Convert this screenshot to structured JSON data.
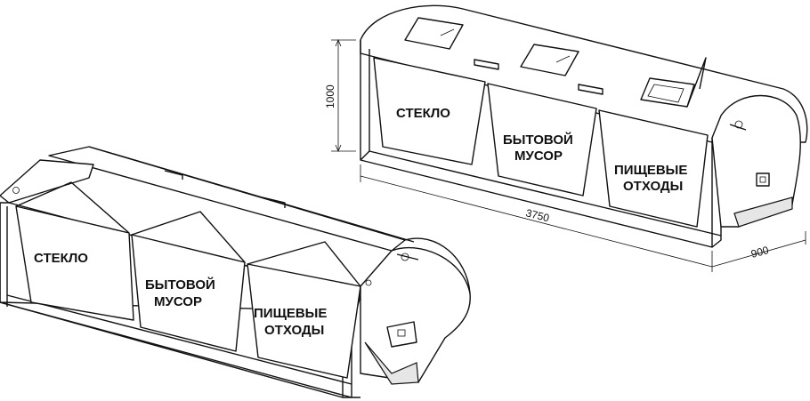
{
  "left_unit": {
    "bins": [
      "СТЕКЛО",
      "БЫТОВОЙ МУСОР",
      "ПИЩЕВЫЕ ОТХОДЫ"
    ],
    "bin_lines": [
      [
        "СТЕКЛО"
      ],
      [
        "БЫТОВОЙ",
        "МУСОР"
      ],
      [
        "ПИЩЕВЫЕ",
        "ОТХОДЫ"
      ]
    ]
  },
  "right_unit": {
    "bin_lines": [
      [
        "СТЕКЛО"
      ],
      [
        "БЫТОВОЙ",
        "МУСОР"
      ],
      [
        "ПИЩЕВЫЕ",
        "ОТХОДЫ"
      ]
    ]
  },
  "dimensions": {
    "height": "1000",
    "length": "3750",
    "depth": "900"
  }
}
